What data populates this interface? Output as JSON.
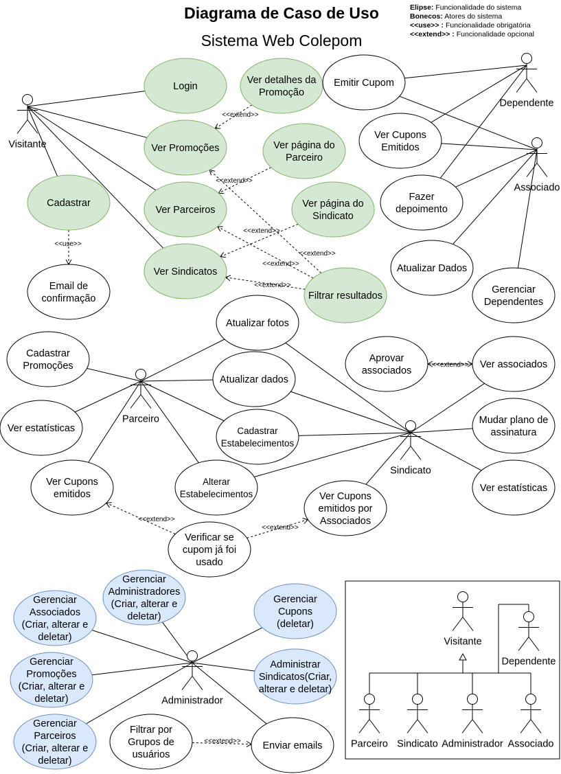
{
  "title": "Diagrama de Caso de Uso",
  "subtitle": "Sistema Web Colepom",
  "legend": [
    {
      "key": "Elipse:",
      "text": "Funcionalidade do sistema"
    },
    {
      "key": "Bonecos:",
      "text": "Atores do sistema"
    },
    {
      "key": "<<use>> :",
      "text": "Funcionalidade obrigatória"
    },
    {
      "key": "<<extend>> :",
      "text": "Funcionalidade opcional"
    }
  ],
  "colors": {
    "green": "#d5e8d4",
    "green_stroke": "#82b366",
    "blue": "#dae8fc",
    "blue_stroke": "#6c8ebf",
    "white": "#ffffff",
    "stroke": "#000000"
  },
  "relations": {
    "extend": "<<extend>>",
    "use": "<<use>>"
  },
  "actors": {
    "visitante": "Visitante",
    "dependente": "Dependente",
    "associado": "Associado",
    "parceiro": "Parceiro",
    "sindicato": "Sindicato",
    "administrador": "Administrador"
  },
  "use_cases": {
    "login": [
      "Login"
    ],
    "ver_detalhes_promocao": [
      "Ver detalhes da",
      "Promoção"
    ],
    "emitir_cupom": [
      "Emitir Cupom"
    ],
    "ver_promocoes": [
      "Ver Promoções"
    ],
    "ver_pagina_parceiro": [
      "Ver página do",
      "Parceiro"
    ],
    "ver_cupons_emitidos_top": [
      "Ver Cupons",
      "Emitidos"
    ],
    "cadastrar": [
      "Cadastrar"
    ],
    "ver_parceiros": [
      "Ver Parceiros"
    ],
    "ver_pagina_sindicato": [
      "Ver página do",
      "Sindicato"
    ],
    "fazer_depoimento": [
      "Fazer",
      "depoimento"
    ],
    "email_confirmacao": [
      "Email de",
      "confirmação"
    ],
    "ver_sindicatos": [
      "Ver Sindicatos"
    ],
    "filtrar_resultados": [
      "Filtrar resultados"
    ],
    "atualizar_dados_top": [
      "Atualizar Dados"
    ],
    "gerenciar_dependentes": [
      "Gerenciar",
      "Dependentes"
    ],
    "atualizar_fotos": [
      "Atualizar fotos"
    ],
    "cadastrar_promocoes": [
      "Cadastrar",
      "Promoções"
    ],
    "atualizar_dados_mid": [
      "Atualizar dados"
    ],
    "aprovar_associados": [
      "Aprovar",
      "associados"
    ],
    "ver_associados": [
      "Ver associados"
    ],
    "ver_estatisticas_left": [
      "Ver estatísticas"
    ],
    "cadastrar_estabelecimentos": [
      "Cadastrar",
      "Estabelecimentos"
    ],
    "mudar_plano": [
      "Mudar plano de",
      "assinatura"
    ],
    "alterar_estabelecimentos": [
      "Alterar",
      "Estabelecimentos"
    ],
    "ver_estatisticas_right": [
      "Ver estatísticas"
    ],
    "ver_cupons_emitidos_mid": [
      "Ver Cupons",
      "emitidos"
    ],
    "ver_cupons_emitidos_assoc": [
      "Ver Cupons",
      "emitidos por",
      "Associados"
    ],
    "verificar_cupom": [
      "Verificar se",
      "cupom já foi",
      "usado"
    ],
    "gerenciar_administradores": [
      "Gerenciar",
      "Administradores",
      "(Criar, alterar e",
      "deletar)"
    ],
    "gerenciar_cupons": [
      "Gerenciar",
      "Cupons",
      "(deletar)"
    ],
    "gerenciar_associados": [
      "Gerenciar",
      "Associados",
      "(Criar, alterar e",
      "deletar)"
    ],
    "gerenciar_promocoes": [
      "Gerenciar",
      "Promoções",
      "(Criar, alterar e",
      "deletar)"
    ],
    "administrar_sindicatos": [
      "Administrar",
      "Sindicatos(Criar,",
      "alterar e deletar)"
    ],
    "gerenciar_parceiros": [
      "Gerenciar",
      "Parceiros",
      "(Criar, alterar e",
      "deletar)"
    ],
    "filtrar_grupos": [
      "Filtrar por",
      "Grupos de",
      "usuários"
    ],
    "enviar_emails": [
      "Enviar emails"
    ]
  },
  "hierarchy": {
    "visitante": "Visitante",
    "dependente": "Dependente",
    "parceiro": "Parceiro",
    "sindicato": "Sindicato",
    "administrador": "Administrador",
    "associado": "Associado"
  }
}
